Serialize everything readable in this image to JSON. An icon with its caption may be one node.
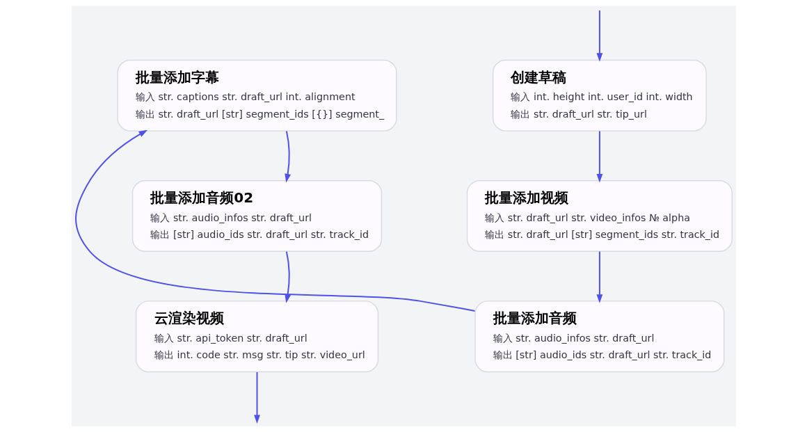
{
  "diagram": {
    "nodes": [
      {
        "text": [
          "创建草稿",
          "输入 int. height int. user_id int. width",
          "输出 str. draft_url str. tip_url"
        ]
      },
      {
        "text": [
          "批量添加视频",
          "输入 str. draft_url str. video_infos № alpha",
          "输出 str. draft_url [str] segment_ids str. track_id"
        ]
      },
      {
        "text": [
          "批量添加音频",
          "输入 str. audio_infos str. draft_url",
          "输出 [str] audio_ids str. draft_url str. track_id"
        ]
      },
      {
        "text": [
          "批量添加字幕",
          "输入 str. captions str. draft_url int. alignment",
          "输出 str. draft_url [str] segment_ids [{}] segment_"
        ]
      },
      {
        "text": [
          "批量添加音频02",
          "输入 str. audio_infos str. draft_url",
          "输出 [str] audio_ids str. draft_url str. track_id"
        ]
      },
      {
        "text": [
          "云渲染视频",
          "输入 str. api_token str. draft_url",
          "输出 int. code str. msg str. tip str. video_url"
        ]
      }
    ],
    "edges": [
      {
        "from": null,
        "to": 0,
        "arrow": "to"
      },
      {
        "from": 0,
        "to": 1,
        "arrow": "to"
      },
      {
        "from": 1,
        "to": 2,
        "arrow": "to"
      },
      {
        "from": 2,
        "to": 3,
        "arrow": "to"
      },
      {
        "from": 3,
        "to": 4,
        "arrow": "to"
      },
      {
        "from": 4,
        "to": 5,
        "arrow": "to"
      },
      {
        "from": 5,
        "to": null,
        "arrow": "to"
      }
    ]
  }
}
